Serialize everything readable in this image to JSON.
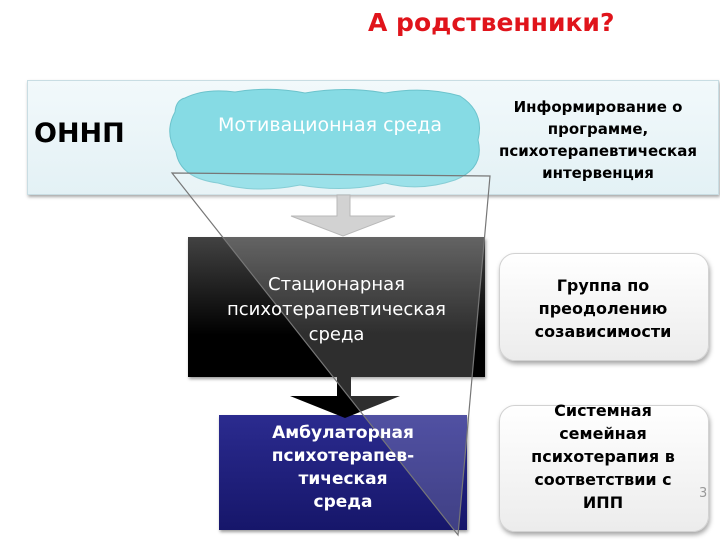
{
  "title": "А родственники?",
  "band": {
    "org_label": "ОННП",
    "info_text": [
      "Информирование о",
      "программе,",
      "психотерапевтическая",
      "интервенция"
    ]
  },
  "cloud": {
    "label": "Мотивационная среда"
  },
  "inpatient": {
    "lines": [
      "Стационарная",
      "психотерапевтическая",
      "среда"
    ]
  },
  "outpatient": {
    "lines": [
      "Амбулаторная",
      "психотерапев-",
      "тическая",
      "среда"
    ]
  },
  "support_boxes": [
    {
      "lines": [
        "Группа по",
        "преодолению",
        "созависимости"
      ]
    },
    {
      "lines": [
        "Системная",
        "семейная",
        "психотерапия в",
        "соответствии с",
        "ИПП"
      ]
    }
  ],
  "page_number": "3",
  "colors": {
    "title": "#e0141b",
    "cloud": "#86dbe4",
    "outpatient": "#1e1e7e",
    "inpatient": "#000000"
  }
}
